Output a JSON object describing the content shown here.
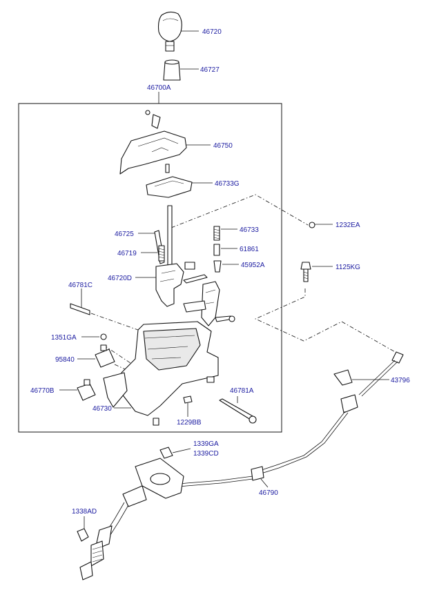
{
  "labels": {
    "knob": "46720",
    "boot": "46727",
    "assembly": "46700A",
    "indicator_cover": "46750",
    "indicator_plate": "46733G",
    "spring_46733": "46733",
    "nut_1232ea": "1232EA",
    "rod_46725": "46725",
    "pin_61861": "61861",
    "spring_46719": "46719",
    "cap_45952a": "45952A",
    "bolt_1125kg": "1125KG",
    "lever_46720d": "46720D",
    "bolt_46781c": "46781C",
    "clip_1351ga": "1351GA",
    "switch_95840": "95840",
    "clip_43796": "43796",
    "solenoid_46770b": "46770B",
    "pin_46781a": "46781A",
    "bracket_46730": "46730",
    "bolt_1229bb": "1229BB",
    "bolt_1339ga": "1339GA",
    "nut_1339cd": "1339CD",
    "cable_46790": "46790",
    "nut_1338ad": "1338AD"
  },
  "colors": {
    "label": "#1a1aa0",
    "stroke": "#111111",
    "background": "#ffffff"
  }
}
